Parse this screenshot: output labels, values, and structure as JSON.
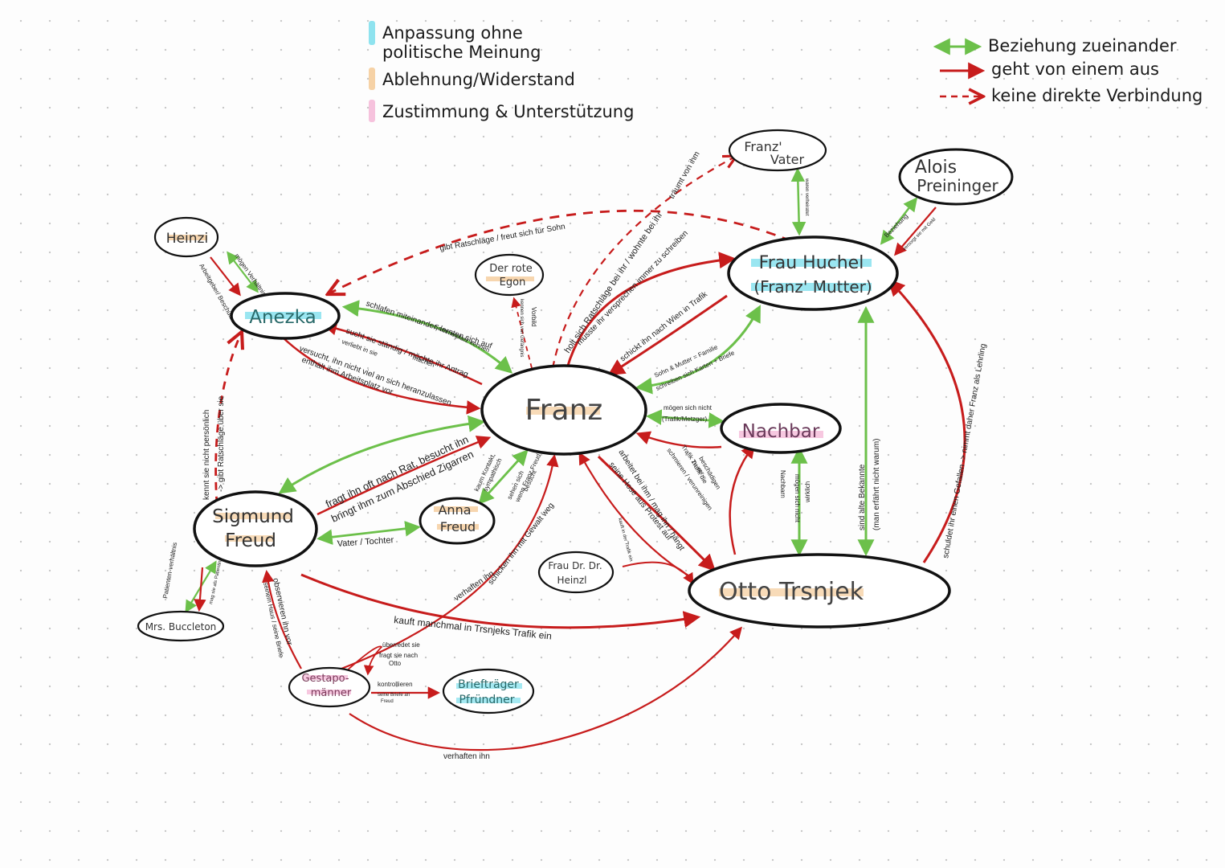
{
  "legend_colors": {
    "items": [
      {
        "label_line1": "Anpassung ohne",
        "label_line2": "politische Meinung",
        "color": "#8fe3ef"
      },
      {
        "label_line1": "Ablehnung/Widerstand",
        "label_line2": "",
        "color": "#f6d2a6"
      },
      {
        "label_line1": "Zustimmung & Unterstützung",
        "label_line2": "",
        "color": "#f6c2dd"
      }
    ]
  },
  "legend_arrows": {
    "items": [
      {
        "label": "Beziehung zueinander",
        "style": "double-green",
        "color": "#6cc04a"
      },
      {
        "label": "geht von einem aus",
        "style": "solid-red",
        "color": "#c71c1c"
      },
      {
        "label": "keine direkte Verbindung",
        "style": "dashed-red",
        "color": "#c71c1c"
      }
    ]
  },
  "colors": {
    "green": "#6cc04a",
    "red": "#c71c1c"
  },
  "nodes": {
    "franz": {
      "line1": "Franz",
      "line2": ""
    },
    "anezka": {
      "line1": "Anezka",
      "line2": ""
    },
    "heinzi": {
      "line1": "Heinzi",
      "line2": ""
    },
    "sigmund": {
      "line1": "Sigmund",
      "line2": "Freud"
    },
    "anna": {
      "line1": "Anna",
      "line2": "Freud"
    },
    "mrs": {
      "line1": "Mrs. Buccleton",
      "line2": ""
    },
    "gestapo": {
      "line1": "Gestapo-",
      "line2": "männer"
    },
    "brief": {
      "line1": "Briefträger",
      "line2": "Pfründner"
    },
    "heinzl": {
      "line1": "Frau Dr. Dr.",
      "line2": "Heinzl"
    },
    "otto": {
      "line1": "Otto Trsnjek",
      "line2": ""
    },
    "nachbar": {
      "line1": "Nachbar",
      "line2": ""
    },
    "huchel": {
      "line1": "Frau Huchel",
      "line2": "(Franz' Mutter)"
    },
    "vater": {
      "line1": "Franz'",
      "line2": "Vater"
    },
    "alois": {
      "line1": "Alois",
      "line2": "Preininger"
    },
    "egon": {
      "line1": "Der rote",
      "line2": "Egon"
    }
  },
  "edge_labels": {
    "anezka_huchel": "gibt Ratschläge / freut sich für Sohn",
    "anezka_franz_a1": "schlafen miteinander, lernten sich auf",
    "anezka_franz_a2": "Sammelplatz kennen",
    "anezka_franz_b1": "sucht sie ständig / möchte ihr Antrag",
    "anezka_franz_b2": "verliebt in sie",
    "anezka_franz_b3": "machen",
    "anezka_franz_c1": "versucht, ihn nicht viel an sich heranzulassen",
    "anezka_franz_c2": "enthält ihm Arbeitsplatz vor",
    "heinzi_a": "Arbeitgeber/ Beschützer",
    "heinzi_b": "mögen Verhältnis",
    "anezka_sigmund1": "kennt sie nicht persönlich",
    "anezka_sigmund2": "-> gibt Ratschläge über sie",
    "sigmund_franz1": "fragt ihn oft nach Rat, besucht ihn",
    "sigmund_franz2": "bringt ihm zum Abschied Zigarren",
    "anna_franz1": "kaum Kontakt,",
    "anna_franz2": "sympathisch",
    "anna_franz3": "sehen sich",
    "anna_franz4": "wenn Franz Freud",
    "anna_franz5": "besucht",
    "sigmund_anna": "Vater / Tochter",
    "sigmund_otto": "kauft manchmal in Trsnjeks Trafik ein",
    "mrs_a": "Patienten-verhältnis",
    "mrs_b": "mag sie als Patientin",
    "gestapo_sigmund1": "observieren ihn vor",
    "gestapo_sigmund2": "seinem Haus / seine Briefe",
    "gestapo_franz1": "verhaften ihn",
    "gestapo_franz2": "schicken ihn mit Gewalt weg",
    "gestapo_self1": "überredet sie",
    "gestapo_self2": "fragt sie nach",
    "gestapo_self3": "Otto",
    "gestapo_brief1": "kontrollieren",
    "gestapo_brief2": "seine Briefe an",
    "gestapo_brief3": "Freud",
    "gestapo_otto": "verhaften ihn",
    "egon1": "Vorbild",
    "egon2": "kennen sich von Gefängnis",
    "vater": "träumt von ihm",
    "vater_huchel": "waren verheiratet",
    "franz_huchel1": "holt sich Ratschläge bei ihr / wohnte bei ihr",
    "franz_huchel2": "musste ihr versprechen immer zu schreiben",
    "huchel_franz": "schickt ihn nach Wien in Trafik",
    "family1": "Sohn & Mutter = Familie",
    "family2": "schreiben sich Karten + Briefe",
    "franz_nachbar1": "mögen sich nicht",
    "franz_nachbar2": "(Trafik/Metzger)",
    "nachbar_franz1": "beschädigen",
    "nachbar_franz2": "Trafik die",
    "nachbar_franz3": "Trafik zu ver-",
    "nachbar_franz4": "schmieren / verunreinigen",
    "franz_otto1": "arbeitet bei ihm / mag ihn / hängt",
    "franz_otto2": "seine Hose aus Protest auf",
    "heinzl": "kauft in der Trafik ein",
    "nachbar_otto1": "mögen sich nicht",
    "nachbar_otto2": "wirklich",
    "nachbar_otto3": "Nachbarn",
    "huchel_otto1": "sind alte Bekannte",
    "huchel_otto2": "(man erfährt nicht warum)",
    "otto_huchel": "schuldet ihr einen Gefallen -> nimmt daher Franz als Lehrling",
    "alois_a": "Beziehung",
    "alois_b": "versorgt sie mit Geld"
  }
}
